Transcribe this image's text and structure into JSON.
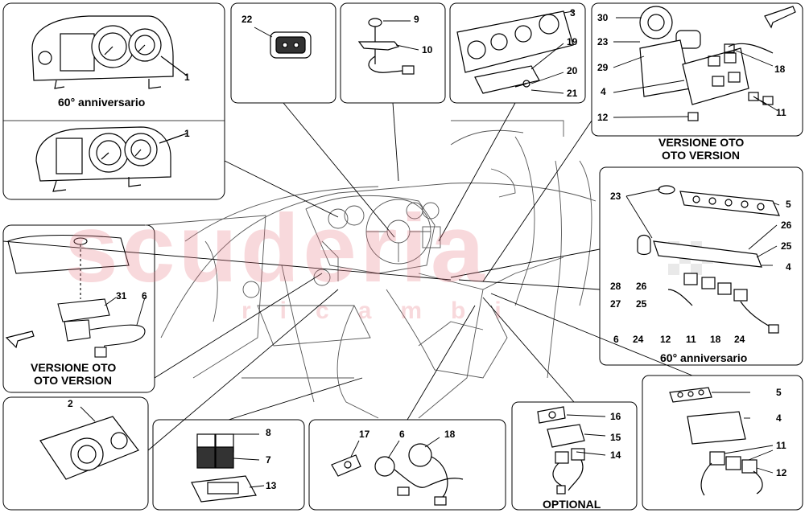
{
  "watermark": {
    "primary": "scuderia",
    "secondary": "ricambi"
  },
  "captions": {
    "c60_top": "60° anniversario",
    "oto_top_1": "VERSIONE OTO",
    "oto_top_2": "OTO VERSION",
    "c60_right": "60° anniversario",
    "oto_left_1": "VERSIONE OTO",
    "oto_left_2": "OTO VERSION",
    "optional": "OPTIONAL"
  },
  "part_numbers": {
    "p1a": "1",
    "p1b": "1",
    "p22": "22",
    "p9": "9",
    "p10": "10",
    "p3": "3",
    "p19": "19",
    "p20": "20",
    "p21": "21",
    "p30": "30",
    "p23a": "23",
    "p29": "29",
    "p4a": "4",
    "p12a": "12",
    "p18a": "18",
    "p11a": "11",
    "p23b": "23",
    "p5a": "5",
    "p26a": "26",
    "p25a": "25",
    "p4b": "4",
    "p28": "28",
    "p26b": "26",
    "p27": "27",
    "p25b": "25",
    "p6a": "6",
    "p24a": "24",
    "p12b": "12",
    "p11b": "11",
    "p18b": "18",
    "p24b": "24",
    "p31": "31",
    "p6b": "6",
    "p2": "2",
    "p8": "8",
    "p7": "7",
    "p13": "13",
    "p17": "17",
    "p6c": "6",
    "p18c": "18",
    "p16": "16",
    "p15": "15",
    "p14": "14",
    "p5b": "5",
    "p4c": "4",
    "p11c": "11",
    "p12c": "12"
  }
}
